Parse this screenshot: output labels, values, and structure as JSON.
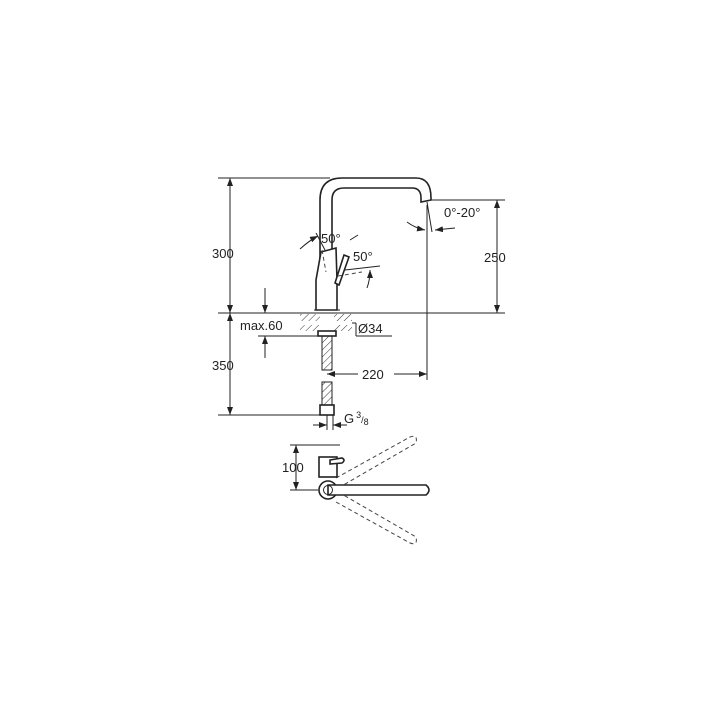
{
  "drawing": {
    "dimensions": {
      "total_height_above_deck": "300",
      "below_deck": "350",
      "spout_height": "250",
      "spout_reach": "220",
      "spout_angle": "0°-20°",
      "handle_angle_side": "50°",
      "handle_angle_front": "50°",
      "deck_thickness": "max.60",
      "hole_diameter": "Ø34",
      "connection_thread": "G",
      "thread_num": "3",
      "thread_den": "8",
      "top_view_depth": "100"
    },
    "line_color": "#222222"
  }
}
